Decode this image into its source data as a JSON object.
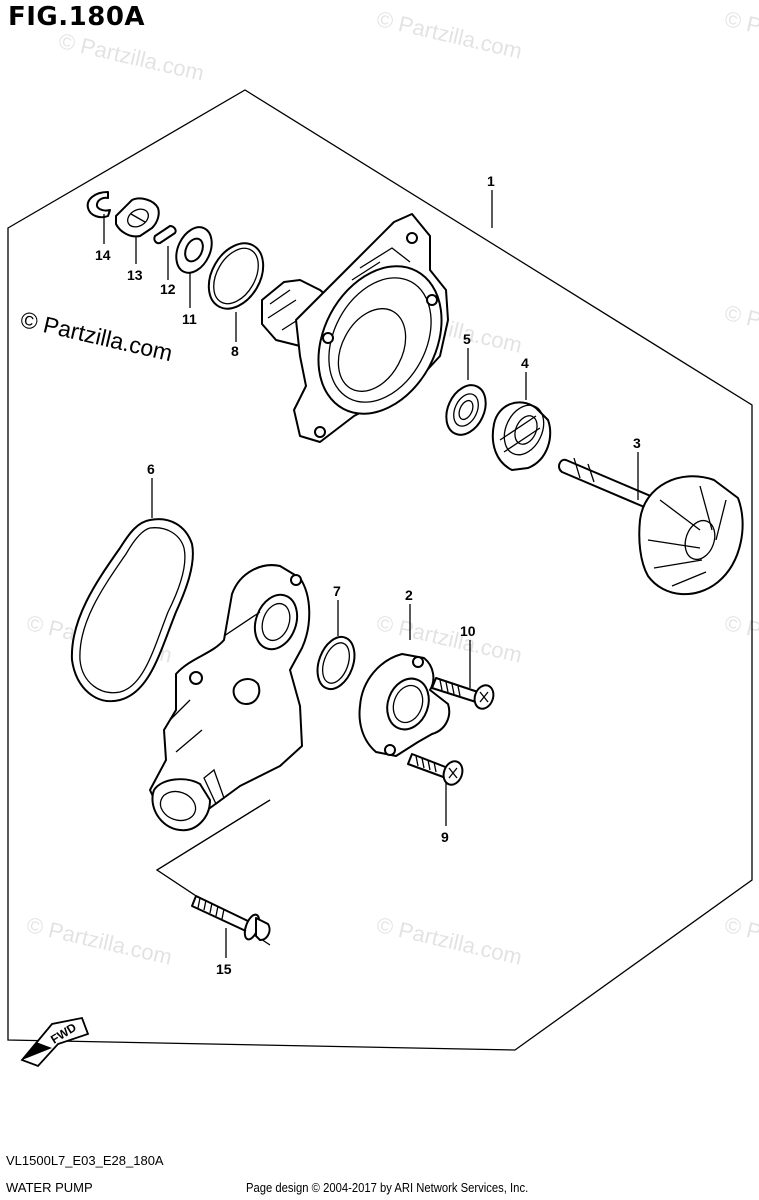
{
  "figure": {
    "title": "FIG.180A",
    "code": "VL1500L7_E03_E28_180A",
    "name": "WATER PUMP",
    "credit": "Page design © 2004-2017 by ARI Network Services, Inc."
  },
  "watermark": {
    "text": "© Partzilla.com",
    "prominent_text": "© Partzilla.com"
  },
  "direction_label": "FWD",
  "callouts": [
    {
      "id": "1",
      "label": "1"
    },
    {
      "id": "2",
      "label": "2"
    },
    {
      "id": "3",
      "label": "3"
    },
    {
      "id": "4",
      "label": "4"
    },
    {
      "id": "5",
      "label": "5"
    },
    {
      "id": "6",
      "label": "6"
    },
    {
      "id": "7",
      "label": "7"
    },
    {
      "id": "8",
      "label": "8"
    },
    {
      "id": "9",
      "label": "9"
    },
    {
      "id": "10",
      "label": "10"
    },
    {
      "id": "11",
      "label": "11"
    },
    {
      "id": "12",
      "label": "12"
    },
    {
      "id": "13",
      "label": "13"
    },
    {
      "id": "14",
      "label": "14"
    },
    {
      "id": "15",
      "label": "15"
    }
  ]
}
